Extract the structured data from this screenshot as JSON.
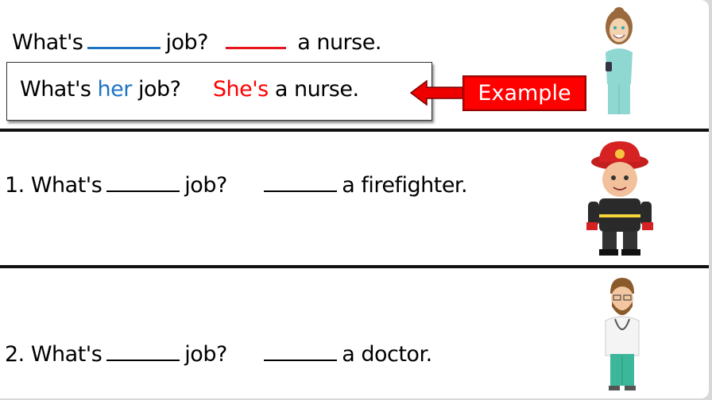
{
  "example": {
    "prompt": {
      "what": "What's",
      "job": "job?",
      "rest": "a nurse."
    },
    "answer": {
      "what": "What's",
      "her": "her",
      "job": "job?",
      "shes": "She's",
      "rest": "a nurse."
    },
    "badge_label": "Example",
    "colors": {
      "blue": "#1f73c4",
      "red": "#e8141b"
    }
  },
  "questions": [
    {
      "number": "1.",
      "what": "What's",
      "job": "job?",
      "rest": "a firefighter.",
      "image": "firefighter"
    },
    {
      "number": "2.",
      "what": "What's",
      "job": "job?",
      "rest": "a doctor.",
      "image": "doctor"
    }
  ]
}
